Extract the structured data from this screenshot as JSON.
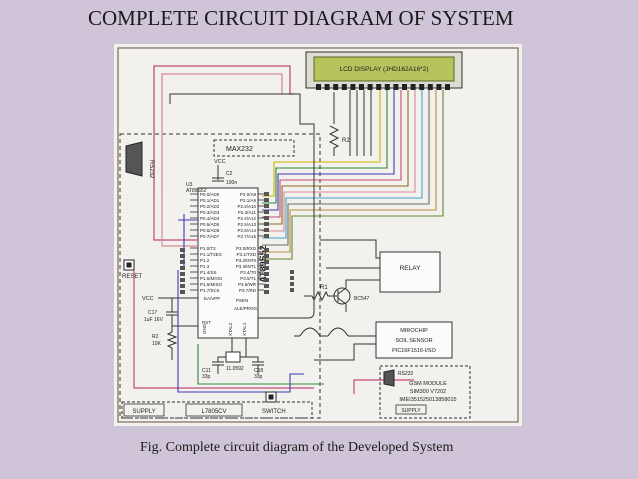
{
  "slide": {
    "title": "COMPLETE CIRCUIT DIAGRAM OF SYSTEM",
    "caption": "Fig. Complete circuit diagram of the Developed System"
  },
  "diagram": {
    "lcd": "LCD DISPLAY (JHD162A16*2)",
    "r2": "R2",
    "max232": "MAX232",
    "rs232_left": "RS232",
    "vcc_top": "VCC",
    "c2": "C2",
    "c2_val": "100n",
    "u3": "U3",
    "u3_part": "AT89S52",
    "mcu": "AT89S52",
    "pins_left": [
      "P0.0/AD0",
      "P0.1/AD1",
      "P0.2/AD2",
      "P0.3/AD3",
      "P0.4/AD4",
      "P0.5/AD5",
      "P0.6/AD6",
      "P0.7/AD7",
      "",
      "P1.0/T2",
      "P1.1/T2EX",
      "P1.2",
      "P1.3",
      "P1.4/SS",
      "P1.5/MOSI",
      "P1.6/MISO",
      "P1.7/SCK"
    ],
    "pins_right": [
      "P2.0/A8",
      "P2.1/A9",
      "P2.2/A10",
      "P2.3/A11",
      "P2.4/A12",
      "P2.5/A13",
      "P2.6/A14",
      "P2.7/A15",
      "",
      "P3.0/RXD",
      "P3.1/TXD",
      "P3.2/INT0",
      "P3.3/INT1",
      "P3.4/T0",
      "P3.5/T1",
      "P3.6/WR",
      "P3.7/RD"
    ],
    "ea": "EA/VPP",
    "psen": "PSEN",
    "ale": "ALE/PROG",
    "rst": "RST",
    "xtal1": "XTAL1",
    "xtal2": "XTAL2",
    "gnd": "GND",
    "vcc_left": "VCC",
    "c17": "C17",
    "c17_val": "1uF 16V",
    "r2_res": "R2",
    "r2_res_val": "10K",
    "c11": "C11",
    "c11_val": "33p",
    "c18": "C18",
    "c18_val": "33p",
    "crystal": "11.0592",
    "reset": "RESET",
    "relay": "RELAY",
    "r1": "R1",
    "bc547": "BC547",
    "sensor": [
      "MIROCHIP",
      "SOIL SENSOR",
      "PIC16F1516-I/SO"
    ],
    "rs232_right": "RS232",
    "gsm": [
      "GSM MODULE",
      "SIM300 V7202",
      "IMEI351525013858015"
    ],
    "gsm_supply": "SUPPLY",
    "supply": "SUPPLY",
    "regulator": "L7805CV",
    "switch": "SWITCH"
  }
}
